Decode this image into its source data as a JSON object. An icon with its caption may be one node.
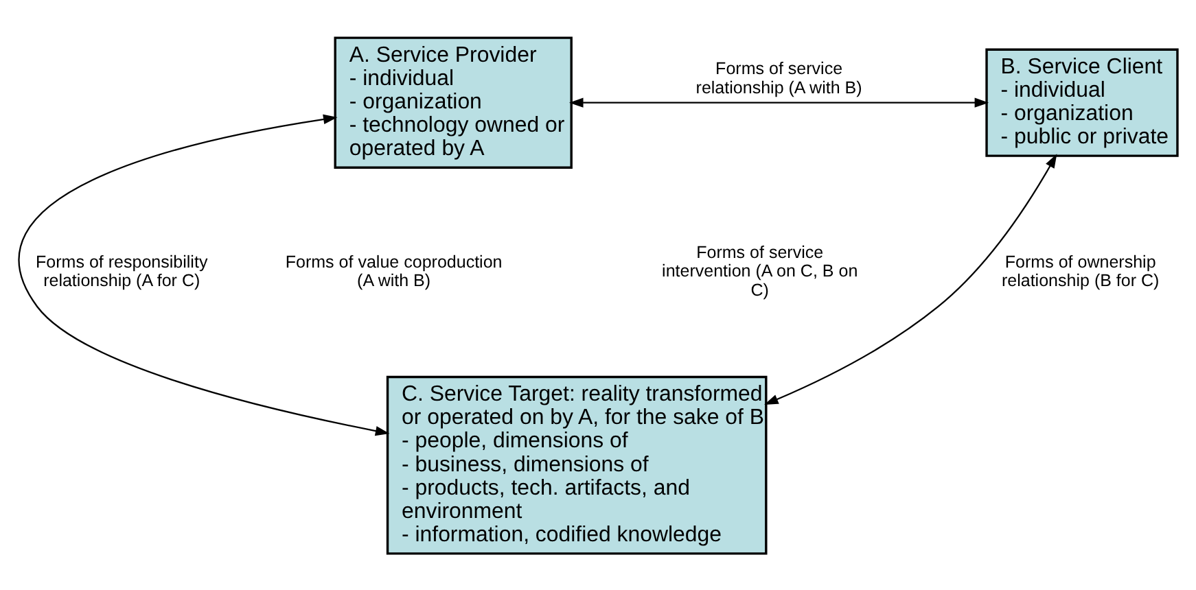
{
  "diagram": {
    "nodes": [
      {
        "text": [
          "A. Service Provider",
          "- individual",
          "- organization",
          "- technology owned or operated by A"
        ]
      },
      {
        "text": [
          "B. Service Client",
          "- individual",
          "- organization",
          "- public or private"
        ]
      },
      {
        "text": [
          "C. Service Target: reality transformed or operated on by A, for the sake of B",
          "- people, dimensions of",
          "- business, dimensions of",
          "- products, tech. artifacts, and environment",
          "- information, codified knowledge"
        ]
      }
    ],
    "edges": [
      {
        "from": 0,
        "to": 1,
        "arrow": "both",
        "label": "Forms of service relationship (A with B)"
      },
      {
        "from": 0,
        "to": 2,
        "arrow": "both",
        "label": "Forms of responsibility relationship (A for C)"
      },
      {
        "from": 1,
        "to": 2,
        "arrow": "both",
        "label": "Forms of ownership relationship (B for C)"
      }
    ],
    "labels": [
      "Forms of value coproduction (A with B)",
      "Forms of service intervention (A on C, B on C)"
    ]
  }
}
